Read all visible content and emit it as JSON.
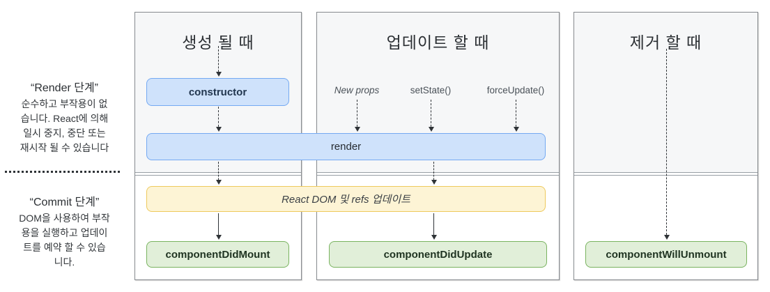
{
  "sidebar": {
    "render_phase": {
      "title": "“Render 단계”",
      "description": "순수하고 부작용이 없\n습니다. React에 의해\n일시 중지, 중단 또는\n재시작 될 수 있습니다"
    },
    "commit_phase": {
      "title": "“Commit 단계”",
      "description": "DOM을 사용하여 부작\n용을 실행하고 업데이\n트를 예약 할 수 있습\n니다."
    }
  },
  "columns": {
    "mount": {
      "header": "생성 될 때",
      "boxes": {
        "constructor": "constructor",
        "did_mount": "componentDidMount"
      }
    },
    "update": {
      "header": "업데이트 할 때",
      "triggers": [
        "New props",
        "setState()",
        "forceUpdate()"
      ],
      "boxes": {
        "did_update": "componentDidUpdate"
      }
    },
    "unmount": {
      "header": "제거 할 때",
      "boxes": {
        "will_unmount": "componentWillUnmount"
      }
    }
  },
  "shared_boxes": {
    "render": "render",
    "dom_update": "React DOM 및 refs 업데이트"
  },
  "colors": {
    "blue_box_bg": "#cfe2fb",
    "blue_box_border": "#74a9f2",
    "yellow_box_bg": "#fdf4d5",
    "yellow_box_border": "#eec95c",
    "green_box_bg": "#e1efd9",
    "green_box_border": "#79b35f",
    "panel_border": "#85898d",
    "panel_top_bg": "#f6f7f8",
    "arrow": "#2f3337"
  }
}
